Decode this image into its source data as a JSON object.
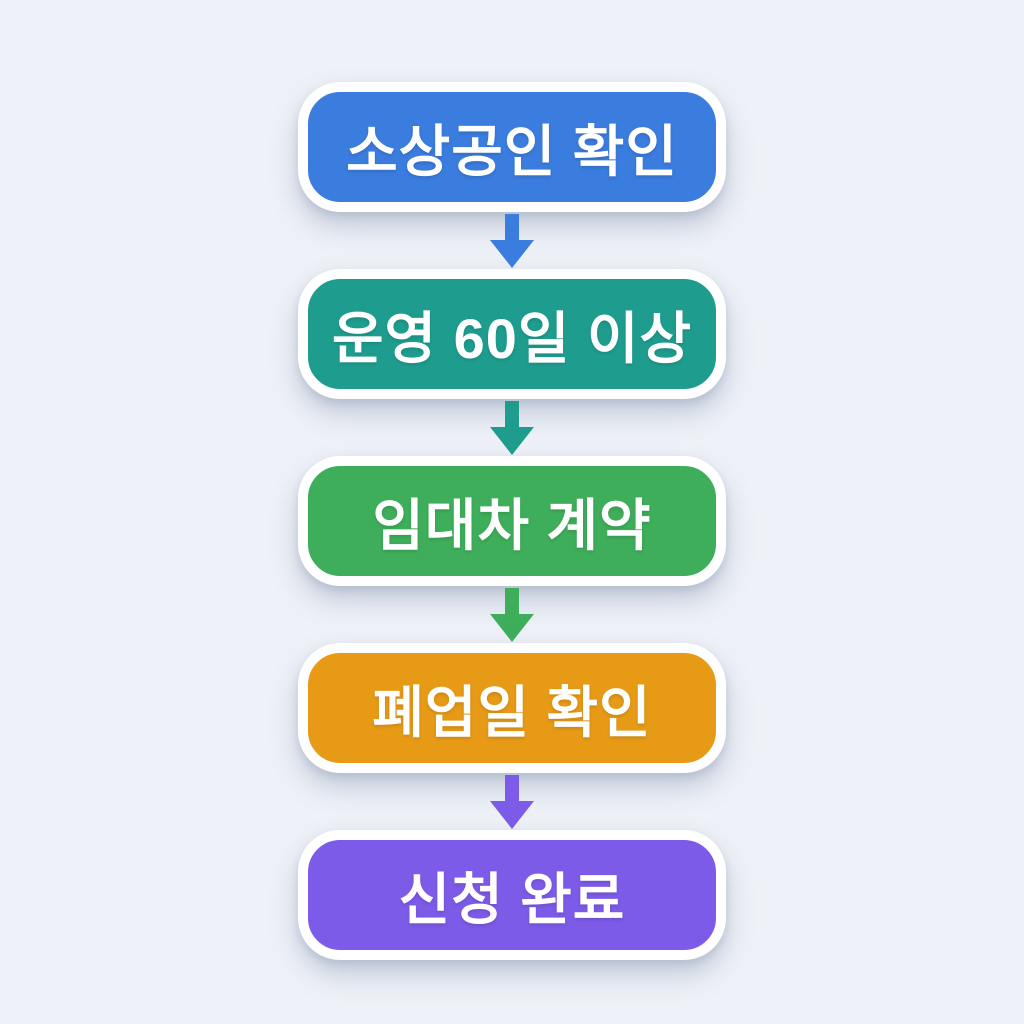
{
  "background_color": "#EEF1F7",
  "flowchart": {
    "type": "vertical-process-flow",
    "box_border_color": "#FFFFFF",
    "steps": [
      {
        "label": "소상공인 확인",
        "color": "#3B7CDF",
        "text_color": "#FFFFFF"
      },
      {
        "label": "운영 60일 이상",
        "color": "#1E9D8F",
        "text_color": "#FFFFFF"
      },
      {
        "label": "임대차 계약",
        "color": "#3EAE5B",
        "text_color": "#FFFFFF"
      },
      {
        "label": "폐업일 확인",
        "color": "#E79A16",
        "text_color": "#FFFFFF"
      },
      {
        "label": "신청 완료",
        "color": "#7C5BE8",
        "text_color": "#FFFFFF"
      }
    ],
    "arrows": [
      {
        "direction": "down",
        "color": "#3B7CDF"
      },
      {
        "direction": "down",
        "color": "#1E9D8F"
      },
      {
        "direction": "down",
        "color": "#3EAE5B"
      },
      {
        "direction": "down",
        "color": "#7C5BE8"
      }
    ]
  }
}
